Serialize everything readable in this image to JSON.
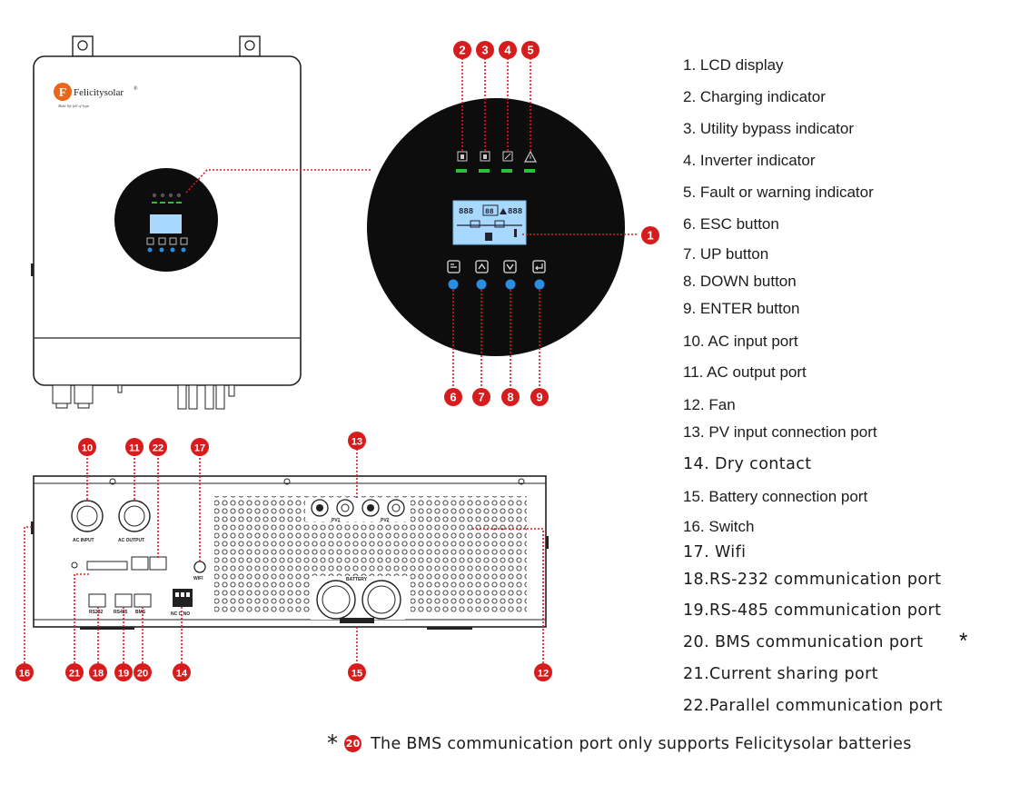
{
  "product": {
    "brand": "Felicitysolar",
    "registered": "®",
    "brand_initial": "F",
    "tagline": "Make life full of hope"
  },
  "panel": {
    "buttons": [
      {
        "icon": "esc-arrow-icon"
      },
      {
        "icon": "up-arrow-icon"
      },
      {
        "icon": "down-arrow-icon"
      },
      {
        "icon": "enter-arrow-icon"
      }
    ],
    "indicator_icons": [
      "charging-icon",
      "bypass-icon",
      "inverter-icon",
      "warning-icon"
    ]
  },
  "callouts": [
    "1",
    "2",
    "3",
    "4",
    "5",
    "6",
    "7",
    "8",
    "9",
    "10",
    "11",
    "12",
    "13",
    "14",
    "15",
    "16",
    "17",
    "18",
    "19",
    "20",
    "21",
    "22"
  ],
  "port_labels": {
    "ac_input": "AC INPUT",
    "ac_output": "AC OUTPUT",
    "wifi": "WIFI",
    "pv1": "PV1",
    "pv2": "PV2",
    "battery": "BATTERY",
    "rs232": "RS232",
    "rs485": "RS485",
    "bms": "BMS",
    "dry_contact": "NC C NO"
  },
  "legend": [
    "1. LCD display",
    "2. Charging indicator",
    "3. Utility bypass indicator",
    "4. Inverter indicator",
    "5. Fault or warning indicator",
    "6. ESC button",
    "7. UP button",
    "8. DOWN button",
    "9. ENTER button",
    "10. AC input port",
    "11. AC output port",
    "12. Fan",
    "13. PV input connection port",
    "14. Dry contact",
    "15. Battery connection port",
    "16. Switch",
    "17. Wifi",
    "18.RS-232 communication port",
    "19.RS-485 communication port",
    "20. BMS communication port",
    "21.Current sharing port",
    "22.Parallel communication port"
  ],
  "footnote": {
    "star": "*",
    "ref": "20",
    "text": "The BMS communication port only supports Felicitysolar batteries"
  },
  "colors": {
    "callout_red": "#d61c1c",
    "led_green": "#2bbf3a",
    "lcd_blue": "#a9d8ff",
    "button_blue": "#2a8de0",
    "panel_black": "#0d0d0d"
  }
}
